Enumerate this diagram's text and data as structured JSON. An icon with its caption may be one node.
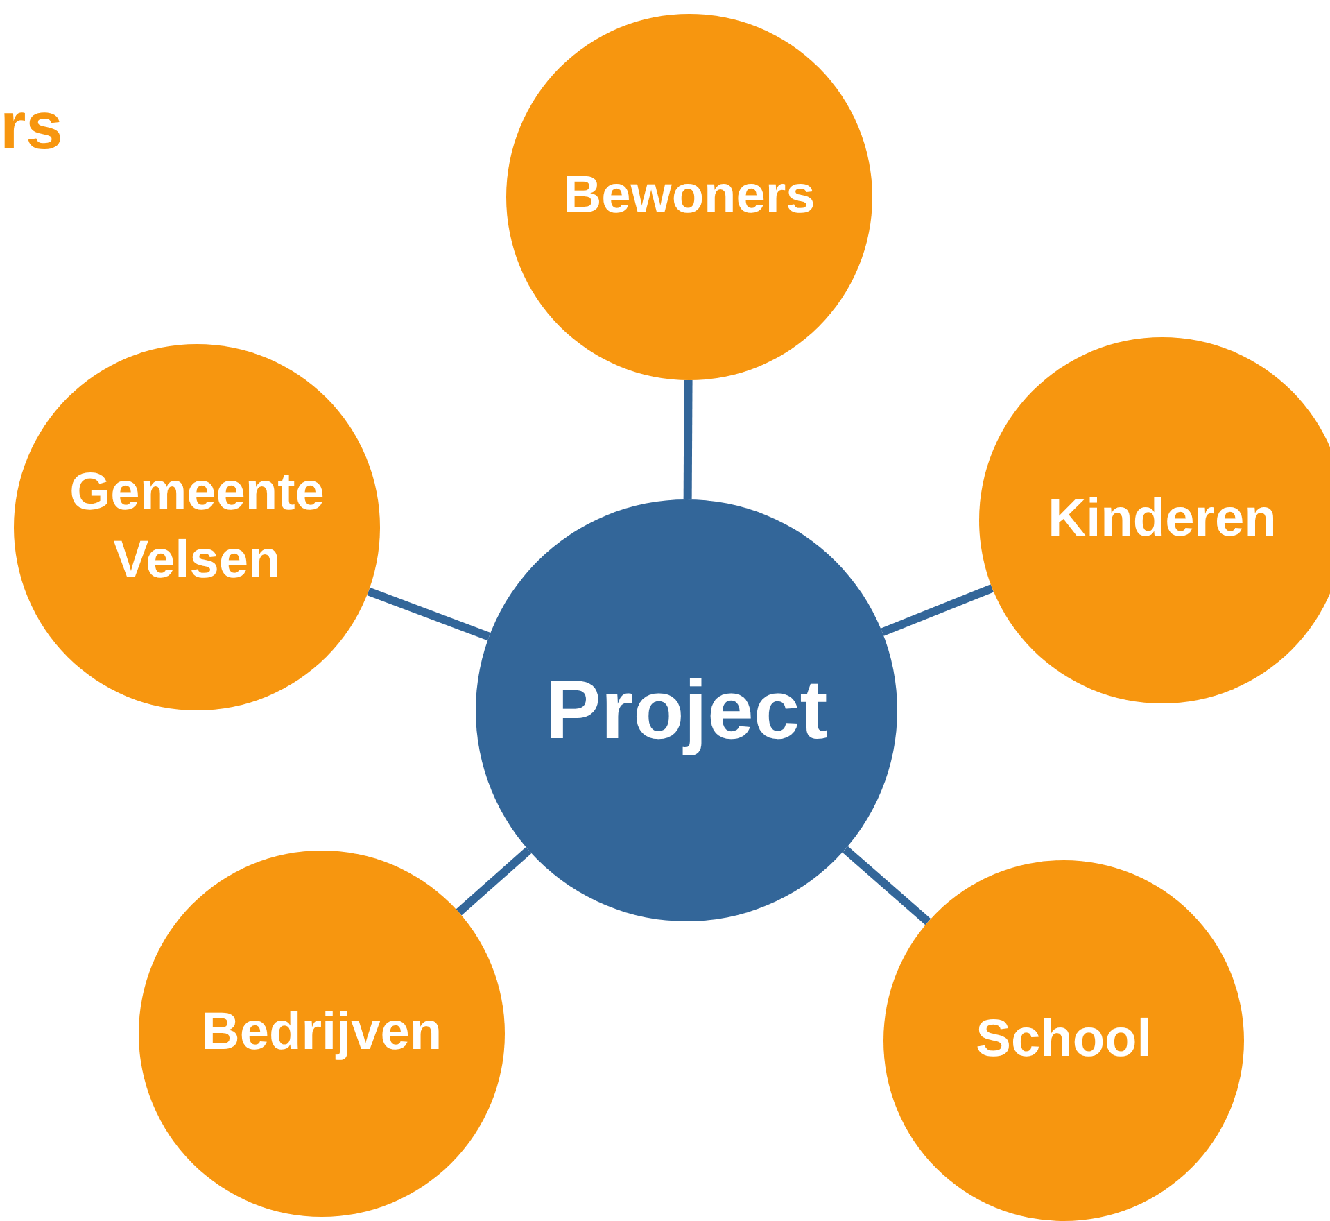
{
  "diagram": {
    "title": "rs",
    "nodes": [
      {
        "text": [
          "Bewoners"
        ]
      },
      {
        "text": [
          "Gemeente Velsen"
        ]
      },
      {
        "text": [
          "Kinderen"
        ]
      },
      {
        "text": [
          "Project"
        ]
      },
      {
        "text": [
          "Bedrijven"
        ]
      },
      {
        "text": [
          "School"
        ]
      }
    ],
    "edges": [
      {
        "from": 3,
        "to": 0,
        "arrow": "none"
      },
      {
        "from": 3,
        "to": 1,
        "arrow": "none"
      },
      {
        "from": 3,
        "to": 2,
        "arrow": "none"
      },
      {
        "from": 3,
        "to": 4,
        "arrow": "none"
      },
      {
        "from": 3,
        "to": 5,
        "arrow": "none"
      }
    ]
  }
}
